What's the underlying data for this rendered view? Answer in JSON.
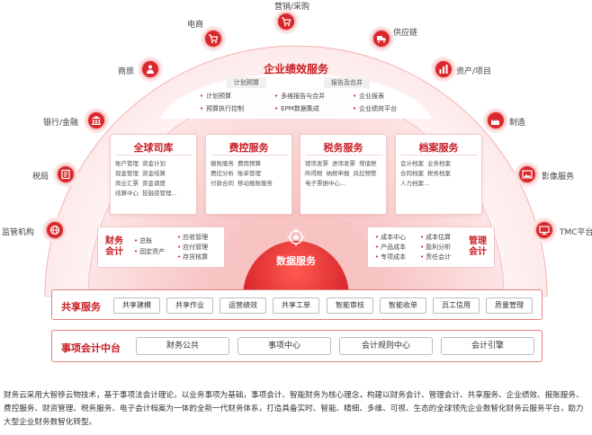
{
  "nodes": [
    {
      "id": "yingxiao",
      "label": "营销/采购",
      "icon": "cart-icon"
    },
    {
      "id": "dianshang",
      "label": "电商",
      "icon": "shopping-cart-icon"
    },
    {
      "id": "gongyinglian",
      "label": "供应链",
      "icon": "truck-icon"
    },
    {
      "id": "shanglv",
      "label": "商旅",
      "icon": "person-icon"
    },
    {
      "id": "zichan",
      "label": "资产/项目",
      "icon": "bar-chart-icon"
    },
    {
      "id": "yinhang",
      "label": "银行/金融",
      "icon": "bank-icon"
    },
    {
      "id": "zhizao",
      "label": "制造",
      "icon": "factory-icon"
    },
    {
      "id": "shuiju",
      "label": "税局",
      "icon": "tax-icon"
    },
    {
      "id": "yingxiang",
      "label": "影像服务",
      "icon": "image-icon"
    },
    {
      "id": "jianguan",
      "label": "监管机构",
      "icon": "globe-icon"
    },
    {
      "id": "tmc",
      "label": "TMC平台",
      "icon": "monitor-icon"
    }
  ],
  "performance": {
    "title": "企业绩效服务",
    "tag_left": "计划预算",
    "tag_right": "报告及合并",
    "items": [
      "计划预算",
      "多维报告与合并",
      "企业报表",
      "预算执行控制",
      "EPM数据集成",
      "企业绩效平台"
    ]
  },
  "cards": [
    {
      "title": "全球司库",
      "items": [
        "账户管理",
        "资金计划",
        "现金管理",
        "资金结算",
        "商业汇票",
        "资金调度",
        "结算中心",
        "投融资管理..."
      ]
    },
    {
      "title": "费控服务",
      "items": [
        "报账服务",
        "费用预算",
        "费控分析",
        "账单管理",
        "付款合同",
        "移动报账服务"
      ]
    },
    {
      "title": "税务服务",
      "items": [
        "销项发票",
        "进项发票",
        "增值税",
        "所得税",
        "纳税申报",
        "风控预警",
        "电子票据中心..."
      ]
    },
    {
      "title": "档案服务",
      "items": [
        "会计档案",
        "业务档案",
        "合同档案",
        "税务档案",
        "人力档案..."
      ]
    }
  ],
  "finance_accounting": {
    "title": "财务会计",
    "items": [
      "总账",
      "固定资产",
      "应收管理",
      "应付管理",
      "存货核算"
    ]
  },
  "management_accounting": {
    "title": "管理会计",
    "items": [
      "成本中心",
      "成本估算",
      "产品成本",
      "盈利分析",
      "专项成本",
      "责任会计"
    ]
  },
  "data_service": "数据服务",
  "shared_services": {
    "title": "共享服务",
    "items": [
      "共享建模",
      "共享作业",
      "运营绩效",
      "共享工单",
      "智能审核",
      "智能收单",
      "员工信用",
      "质量管理"
    ]
  },
  "accounting_center": {
    "title": "事项会计中台",
    "items": [
      "财务公共",
      "事项中心",
      "会计规则中心",
      "会计引擎"
    ]
  },
  "caption": "财务云采用大智移云物技术，基于事项法会计理论，以业务事项为基础，事项会计、智能财务为核心理念，构建以财务会计、管理会计、共享服务、企业绩效、报账服务、费控服务、财资管理、税务服务、电子会计档案为一体的全新一代财务体系，打造具备实时、智能、精细、多维、可视、生态的全球领先企业数智化财务云服务平台，助力大型企业财务数智化转型。",
  "colors": {
    "primary": "#c81e24",
    "arc_light": "#fdeeee",
    "arc_mid": "#f9d5d5"
  }
}
